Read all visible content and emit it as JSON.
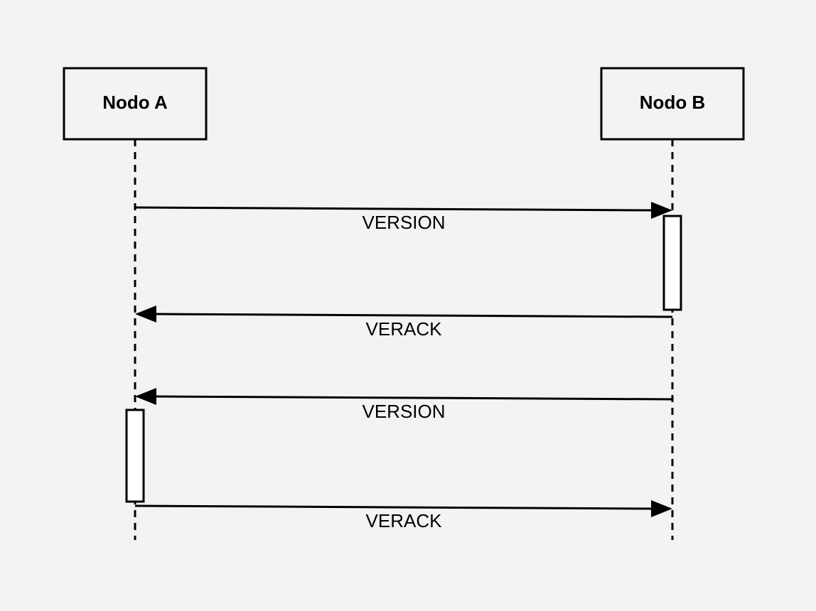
{
  "participants": [
    {
      "id": "a",
      "name": "Nodo A"
    },
    {
      "id": "b",
      "name": "Nodo B"
    }
  ],
  "messages": [
    {
      "label": "VERSION",
      "from": "a",
      "to": "b"
    },
    {
      "label": "VERACK",
      "from": "b",
      "to": "a"
    },
    {
      "label": "VERSION",
      "from": "b",
      "to": "a"
    },
    {
      "label": "VERACK",
      "from": "a",
      "to": "b"
    }
  ],
  "colors": {
    "background": "#f3f3f3",
    "stroke": "#000000",
    "box_fill": "#ffffff"
  }
}
